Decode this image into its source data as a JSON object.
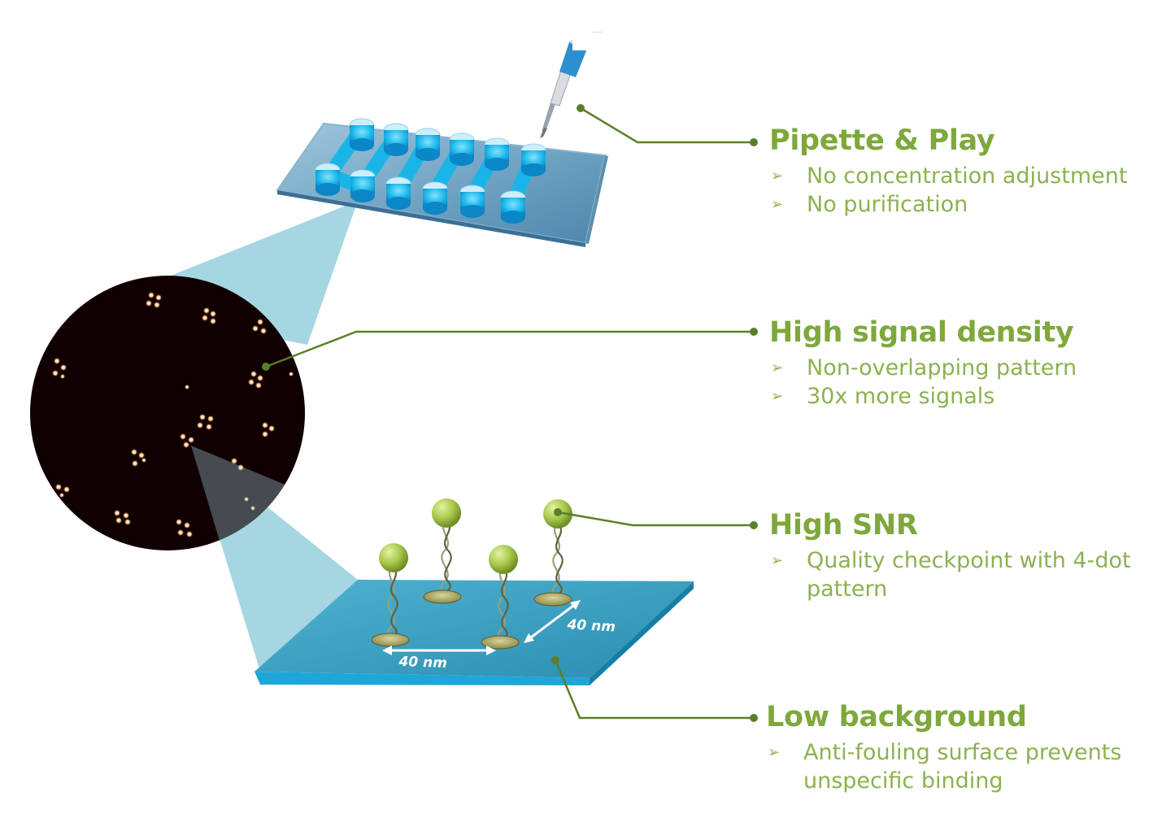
{
  "features": [
    {
      "title": "Pipette & Play",
      "bullets": [
        "No concentration adjustment",
        "No purification"
      ]
    },
    {
      "title": "High signal density",
      "bullets": [
        "Non-overlapping pattern",
        "30x more signals"
      ]
    },
    {
      "title": "High SNR",
      "bullets": [
        "Quality checkpoint with 4-dot",
        "pattern"
      ]
    },
    {
      "title": "Low background",
      "bullets": [
        "Anti-fouling surface prevents",
        "unspecific binding"
      ]
    }
  ],
  "bullet_glyph": "➢",
  "labels": {
    "spacing_horizontal": "40 nm",
    "spacing_diagonal": "40 nm"
  },
  "colors": {
    "accent_green": "#7ea83c",
    "leader_green": "#5b7f28",
    "channel_blue": "#19b5e8",
    "surface_blue": "#3aa5c4",
    "zoom_cone": "#a6d6e2"
  }
}
